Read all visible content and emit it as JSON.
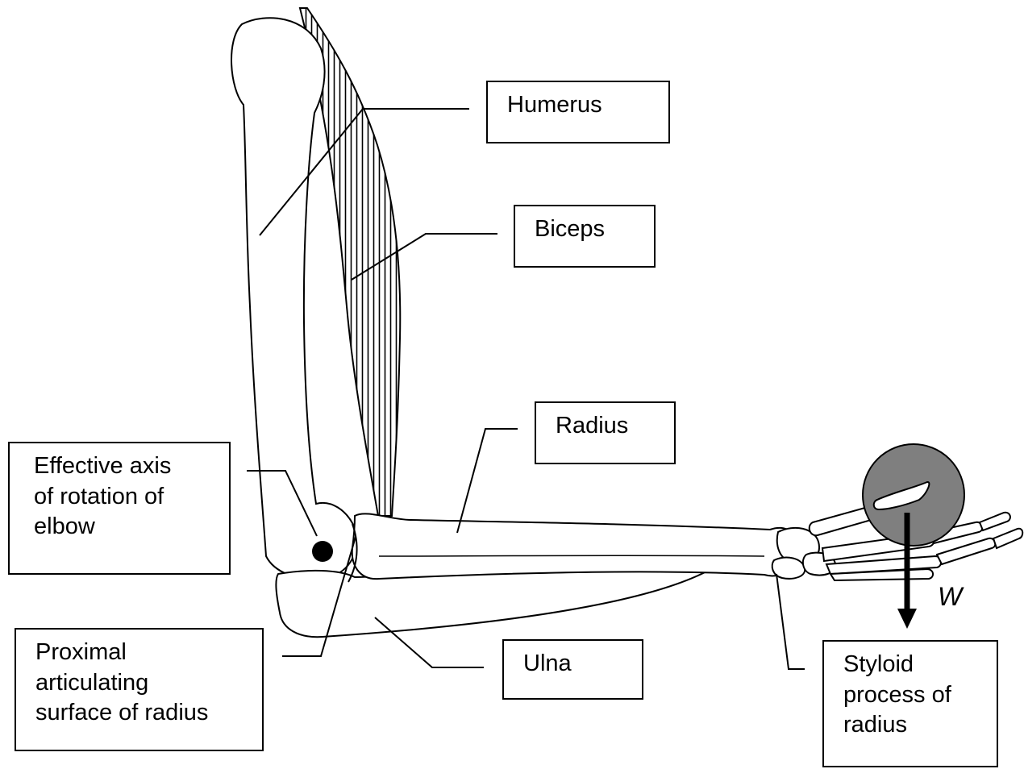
{
  "labels": {
    "humerus": [
      "Humerus"
    ],
    "biceps": [
      "Biceps"
    ],
    "radius": [
      "Radius"
    ],
    "axis": [
      "Effective axis",
      "of rotation of",
      "elbow"
    ],
    "proximal": [
      "Proximal",
      "articulating",
      "surface of radius"
    ],
    "ulna": [
      "Ulna"
    ],
    "styloid": [
      "Styloid",
      "process of",
      "radius"
    ]
  },
  "weight": {
    "symbol": "W"
  },
  "colors": {
    "outline": "#000000",
    "bone_fill": "#ffffff",
    "weight_fill": "#7f7f7f",
    "axis_dot": "#000000"
  }
}
